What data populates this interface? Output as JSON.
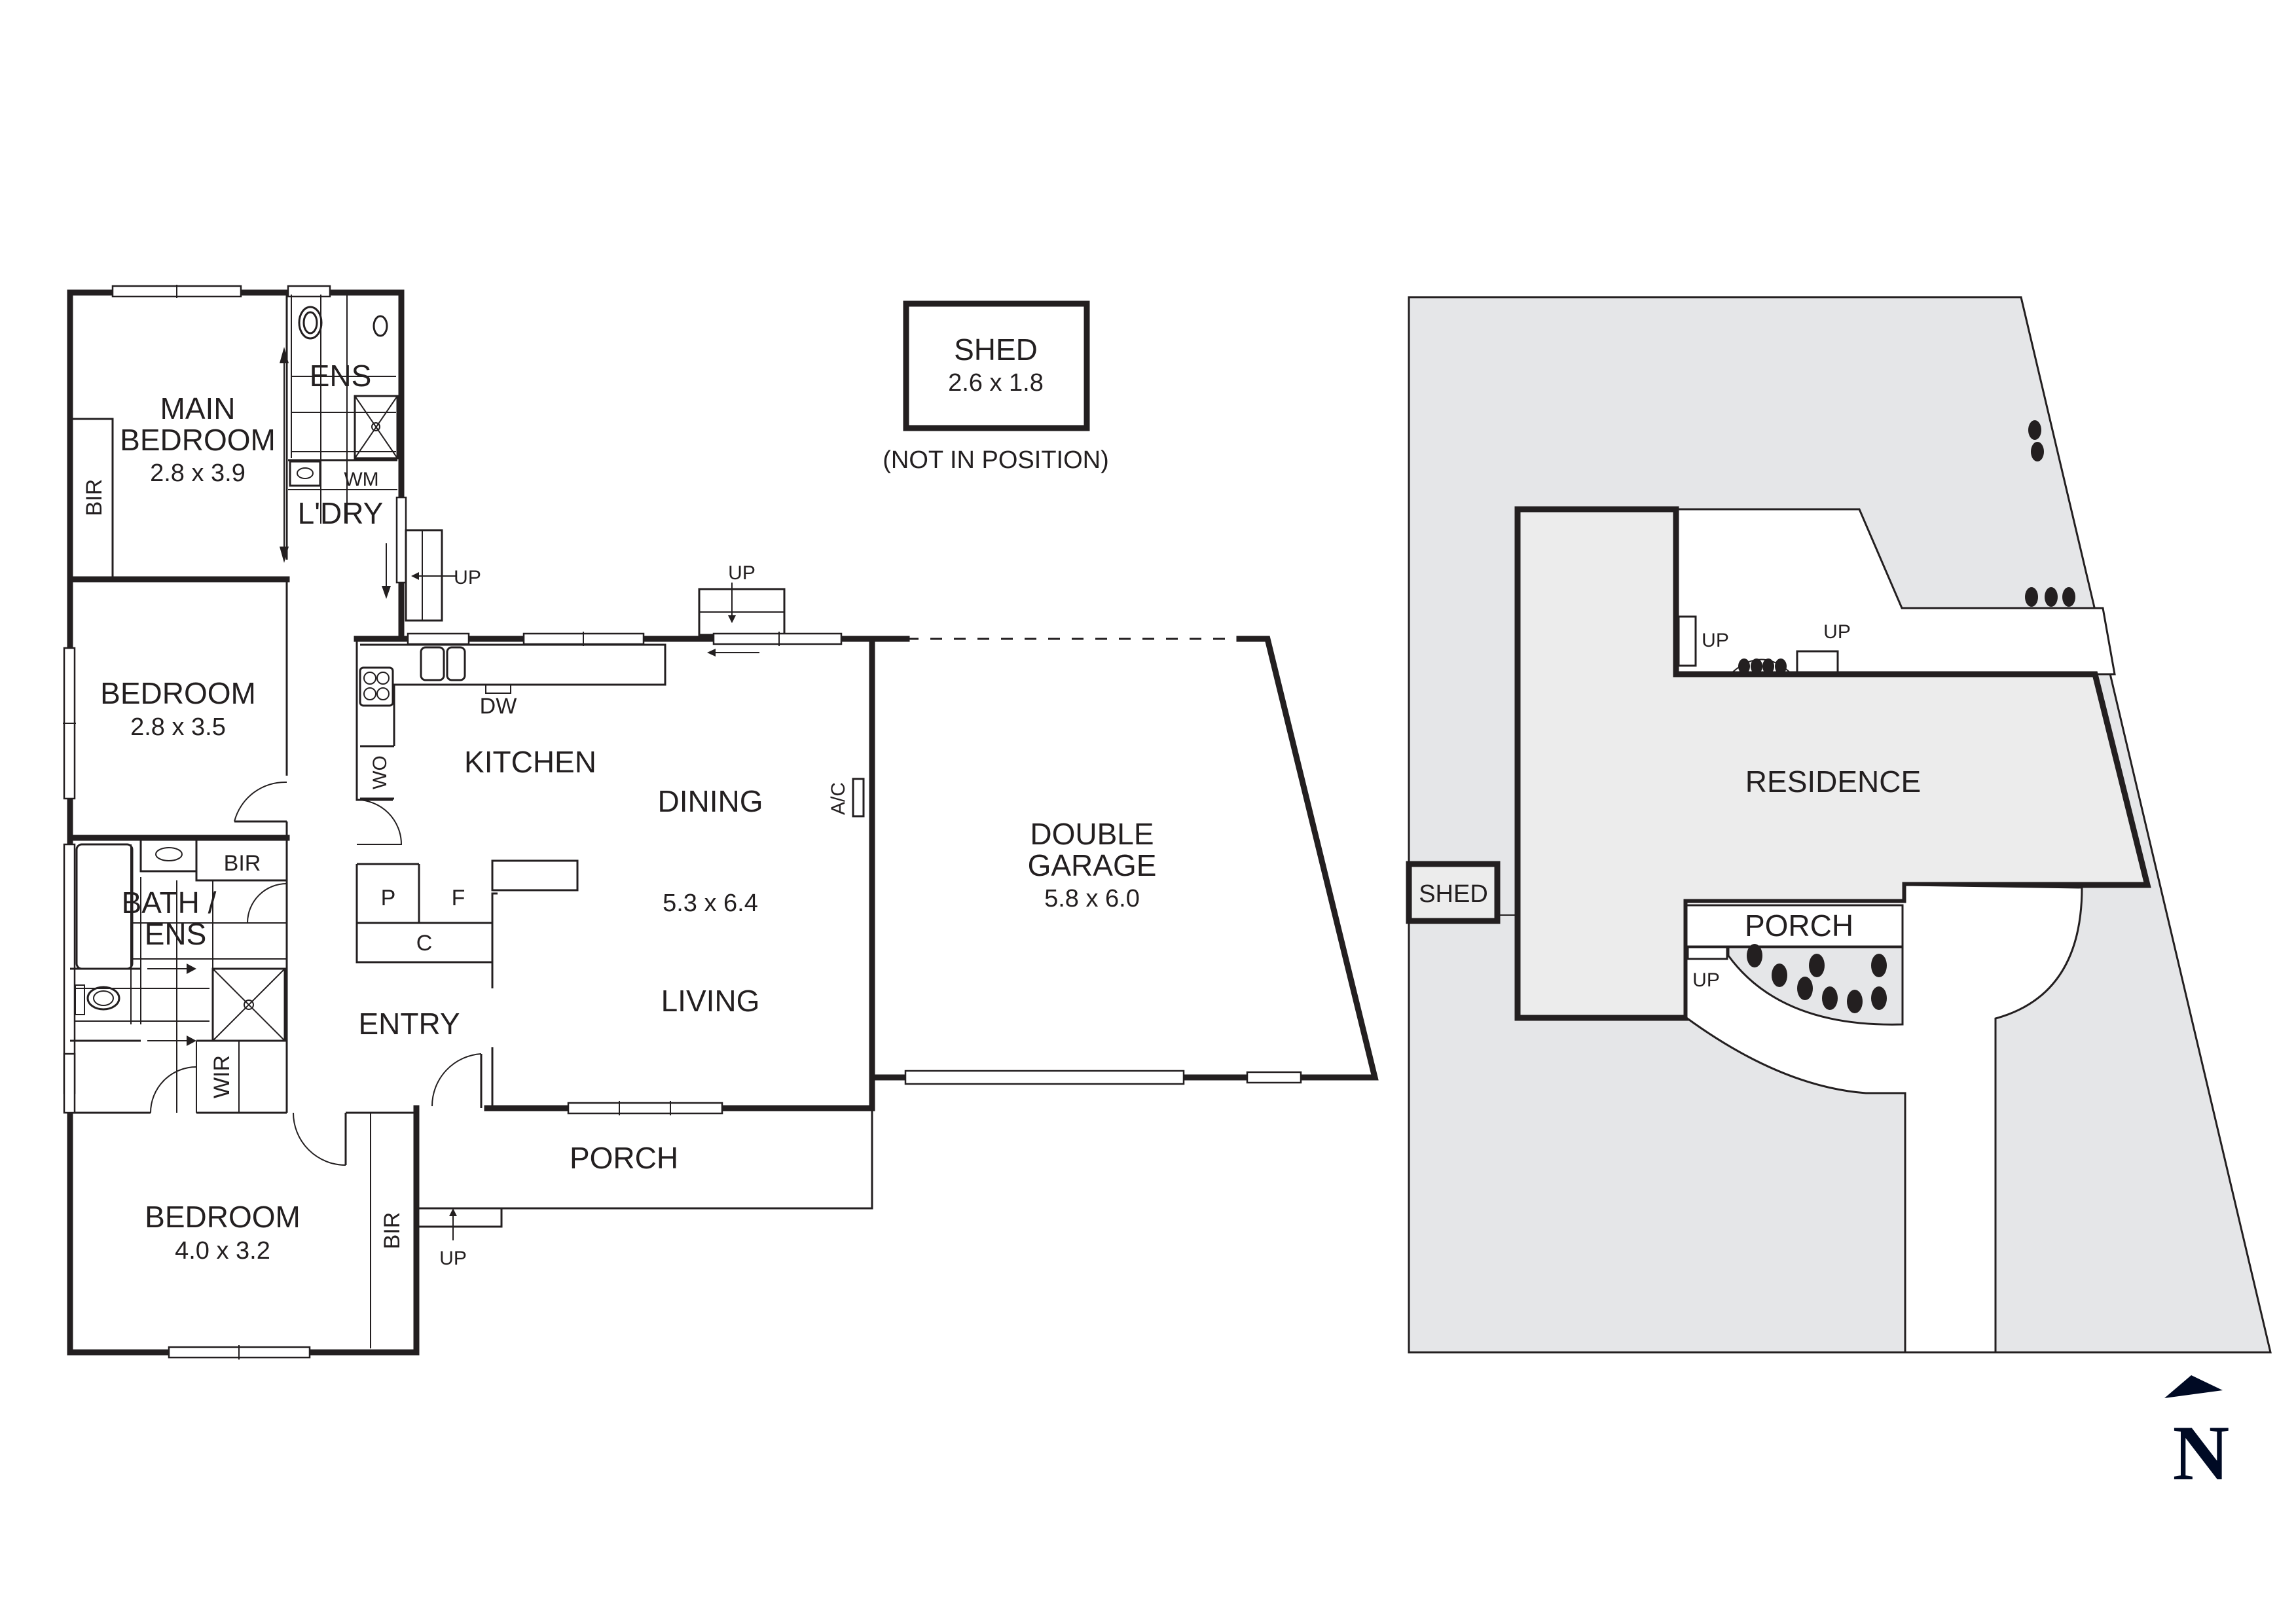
{
  "floorplan": {
    "rooms": {
      "main_bedroom": {
        "name_line1": "MAIN",
        "name_line2": "BEDROOM",
        "size": "2.8 x 3.9"
      },
      "ensuite": {
        "name": "ENS"
      },
      "laundry": {
        "name": "L'DRY",
        "wm": "WM"
      },
      "bedroom2": {
        "name": "BEDROOM",
        "size": "2.8 x 3.5"
      },
      "bath_ens": {
        "name_line1": "BATH /",
        "name_line2": "ENS"
      },
      "bedroom3": {
        "name": "BEDROOM",
        "size": "4.0 x 3.2"
      },
      "kitchen": {
        "name": "KITCHEN",
        "dw": "DW",
        "wo": "WO",
        "pantry": "P",
        "fridge": "F",
        "cupboard": "C"
      },
      "dining": {
        "name": "DINING"
      },
      "living": {
        "name": "LIVING",
        "size": "5.3 x 6.4"
      },
      "entry": {
        "name": "ENTRY"
      },
      "porch": {
        "name": "PORCH"
      },
      "garage": {
        "name_line1": "DOUBLE",
        "name_line2": "GARAGE",
        "size": "5.8 x 6.0"
      },
      "shed": {
        "name": "SHED",
        "size": "2.6 x 1.8",
        "note": "(NOT IN POSITION)"
      }
    },
    "labels": {
      "bir": "BIR",
      "wir": "WIR",
      "ac": "A/C",
      "up": "UP"
    }
  },
  "site_plan": {
    "residence": "RESIDENCE",
    "porch": "PORCH",
    "shed": "SHED",
    "up": "UP",
    "colors": {
      "land": "#e5e6e8",
      "residence": "#ececec",
      "line": "#231f20"
    }
  },
  "compass": {
    "letter": "N",
    "color": "#000a24"
  }
}
